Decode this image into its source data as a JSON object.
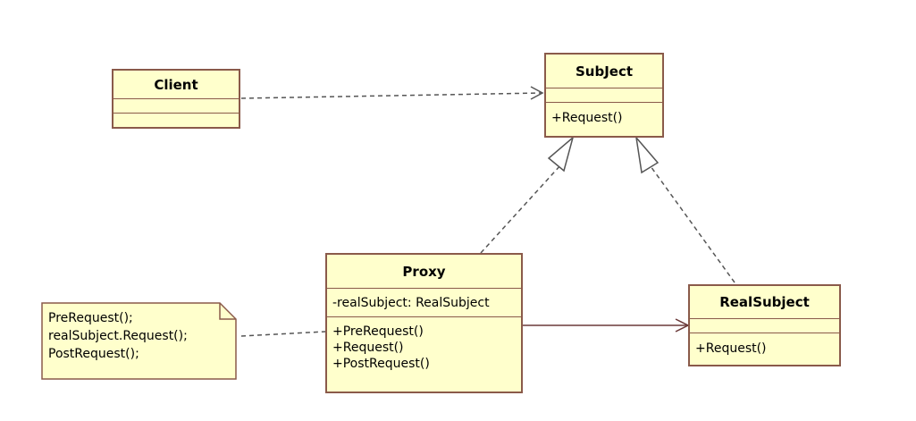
{
  "diagram": {
    "classes": {
      "client": {
        "name": "Client",
        "attributes": [],
        "operations": []
      },
      "subject": {
        "name": "SubJect",
        "attributes": [],
        "operations": [
          "+Request()"
        ]
      },
      "proxy": {
        "name": "Proxy",
        "attributes": [
          "-realSubject: RealSubject"
        ],
        "operations": [
          "+PreRequest()",
          "+Request()",
          "+PostRequest()"
        ]
      },
      "real_subject": {
        "name": "RealSubject",
        "attributes": [],
        "operations": [
          "+Request()"
        ]
      }
    },
    "note": {
      "lines": [
        "PreRequest();",
        "realSubject.Request();",
        "PostRequest();"
      ]
    },
    "colors": {
      "fill": "#ffffcc",
      "border": "#8a5a4a",
      "line": "#555555",
      "association": "#6b3a3a"
    }
  }
}
